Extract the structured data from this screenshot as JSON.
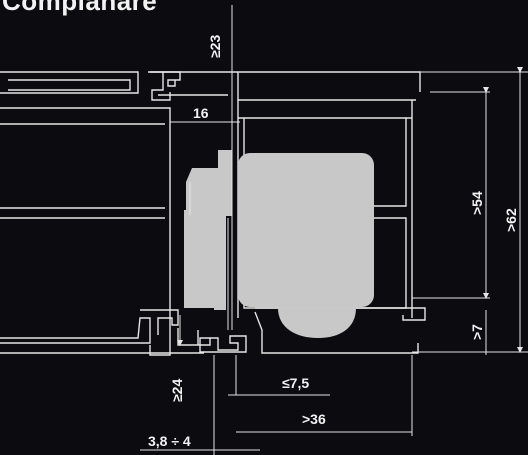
{
  "title": "Complanare",
  "colors": {
    "background": "#0b0b10",
    "profile_stroke": "#e6e6e6",
    "glass": "#c8c8c8",
    "text": "#f2f2f2"
  },
  "dimensions": {
    "d23": "≥23",
    "d16": "16",
    "d54": ">54",
    "d62": ">62",
    "d7": ">7",
    "d24": "≥24",
    "d7_5": "≤7,5",
    "d36": ">36",
    "d3_8": "3,8 ÷ 4"
  }
}
